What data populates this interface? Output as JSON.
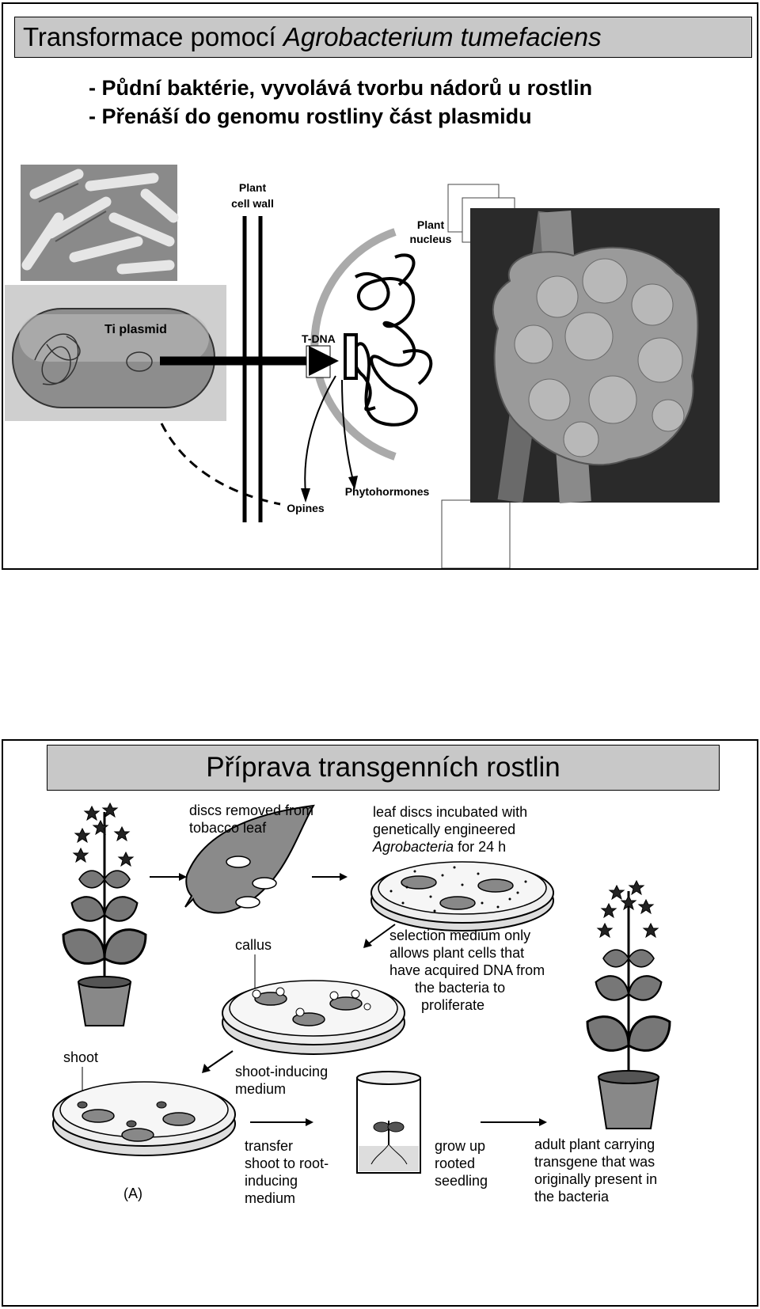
{
  "slide1": {
    "title_main": "Transformace pomocí ",
    "title_italic": "Agrobacterium tumefaciens",
    "bullets": [
      "- Půdní baktérie, vyvolává tvorbu nádorů u rostlin",
      "- Přenáší do genomu rostliny část plasmidu"
    ],
    "diagram": {
      "ti_plasmid": "Ti plasmid",
      "plant_cell_wall_1": "Plant",
      "plant_cell_wall_2": "cell wall",
      "plant_nucleus_1": "Plant",
      "plant_nucleus_2": "nucleus",
      "t_dna": "T-DNA",
      "opines": "Opines",
      "phytohormones": "Phytohormones"
    }
  },
  "slide2": {
    "title": "Příprava transgenních rostlin",
    "figure": {
      "discs_removed_1": "discs removed from",
      "discs_removed_2": "tobacco leaf",
      "incubated_1": "leaf discs incubated with",
      "incubated_2": "genetically engineered",
      "incubated_3_italic": "Agrobacteria",
      "incubated_3_rest": " for 24 h",
      "callus": "callus",
      "selection_1": "selection medium only",
      "selection_2": "allows plant cells that",
      "selection_3": "have acquired DNA from",
      "selection_4": "the bacteria to",
      "selection_5": "proliferate",
      "shoot": "shoot",
      "shoot_medium_1": "shoot-inducing",
      "shoot_medium_2": "medium",
      "transfer_1": "transfer",
      "transfer_2": "shoot to root-",
      "transfer_3": "inducing",
      "transfer_4": "medium",
      "grow_1": "grow up",
      "grow_2": "rooted",
      "grow_3": "seedling",
      "adult_1": "adult plant carrying",
      "adult_2": "transgene that was",
      "adult_3": "originally present in",
      "adult_4": "the bacteria",
      "panel_label": "(A)"
    }
  }
}
